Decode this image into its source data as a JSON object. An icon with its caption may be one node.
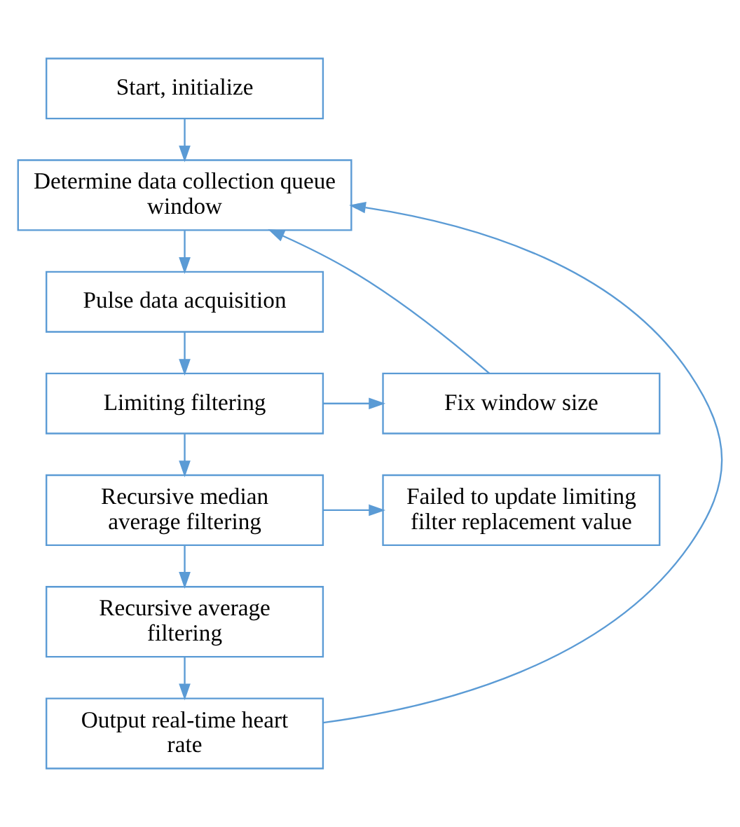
{
  "diagram": {
    "nodes": [
      {
        "text": [
          "Start, initialize"
        ]
      },
      {
        "text": [
          "Determine data collection queue window"
        ]
      },
      {
        "text": [
          "Pulse data acquisition"
        ]
      },
      {
        "text": [
          "Limiting filtering"
        ]
      },
      {
        "text": [
          "Fix window size"
        ]
      },
      {
        "text": [
          "Recursive median average filtering"
        ]
      },
      {
        "text": [
          "Failed to update limiting filter replacement value"
        ]
      },
      {
        "text": [
          "Recursive average filtering"
        ]
      },
      {
        "text": [
          "Output real-time heart rate"
        ]
      }
    ],
    "edges": [
      {
        "from": 0,
        "to": 1,
        "arrow": "to"
      },
      {
        "from": 1,
        "to": 2,
        "arrow": "to"
      },
      {
        "from": 2,
        "to": 3,
        "arrow": "to"
      },
      {
        "from": 3,
        "to": 5,
        "arrow": "to"
      },
      {
        "from": 3,
        "to": 4,
        "arrow": "to"
      },
      {
        "from": 4,
        "to": 1,
        "arrow": "to"
      },
      {
        "from": 5,
        "to": 7,
        "arrow": "to"
      },
      {
        "from": 5,
        "to": 6,
        "arrow": "to"
      },
      {
        "from": 7,
        "to": 8,
        "arrow": "to"
      },
      {
        "from": 8,
        "to": 1,
        "arrow": "to"
      }
    ]
  }
}
